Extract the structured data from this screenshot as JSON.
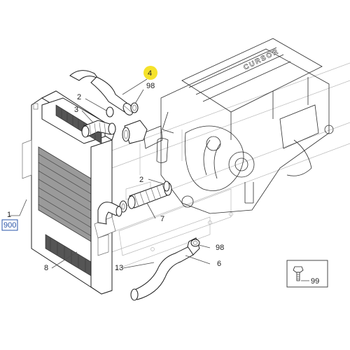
{
  "diagram": {
    "callouts": [
      {
        "id": "c4",
        "text": "4",
        "highlight": true
      },
      {
        "id": "c98a",
        "text": "98"
      },
      {
        "id": "c2a",
        "text": "2"
      },
      {
        "id": "c3",
        "text": "3"
      },
      {
        "id": "c2b",
        "text": "2"
      },
      {
        "id": "c7",
        "text": "7"
      },
      {
        "id": "c1",
        "text": "1"
      },
      {
        "id": "c900",
        "text": "900",
        "boxed": true
      },
      {
        "id": "c8",
        "text": "8"
      },
      {
        "id": "c13",
        "text": "13"
      },
      {
        "id": "c98b",
        "text": "98"
      },
      {
        "id": "c6",
        "text": "6"
      },
      {
        "id": "c99",
        "text": "99"
      }
    ],
    "engine_cover_text": "CURSOR",
    "colors": {
      "highlight": "#f5e22a",
      "callout_box": "#2a55a8",
      "line": "#1f1f1f"
    }
  }
}
